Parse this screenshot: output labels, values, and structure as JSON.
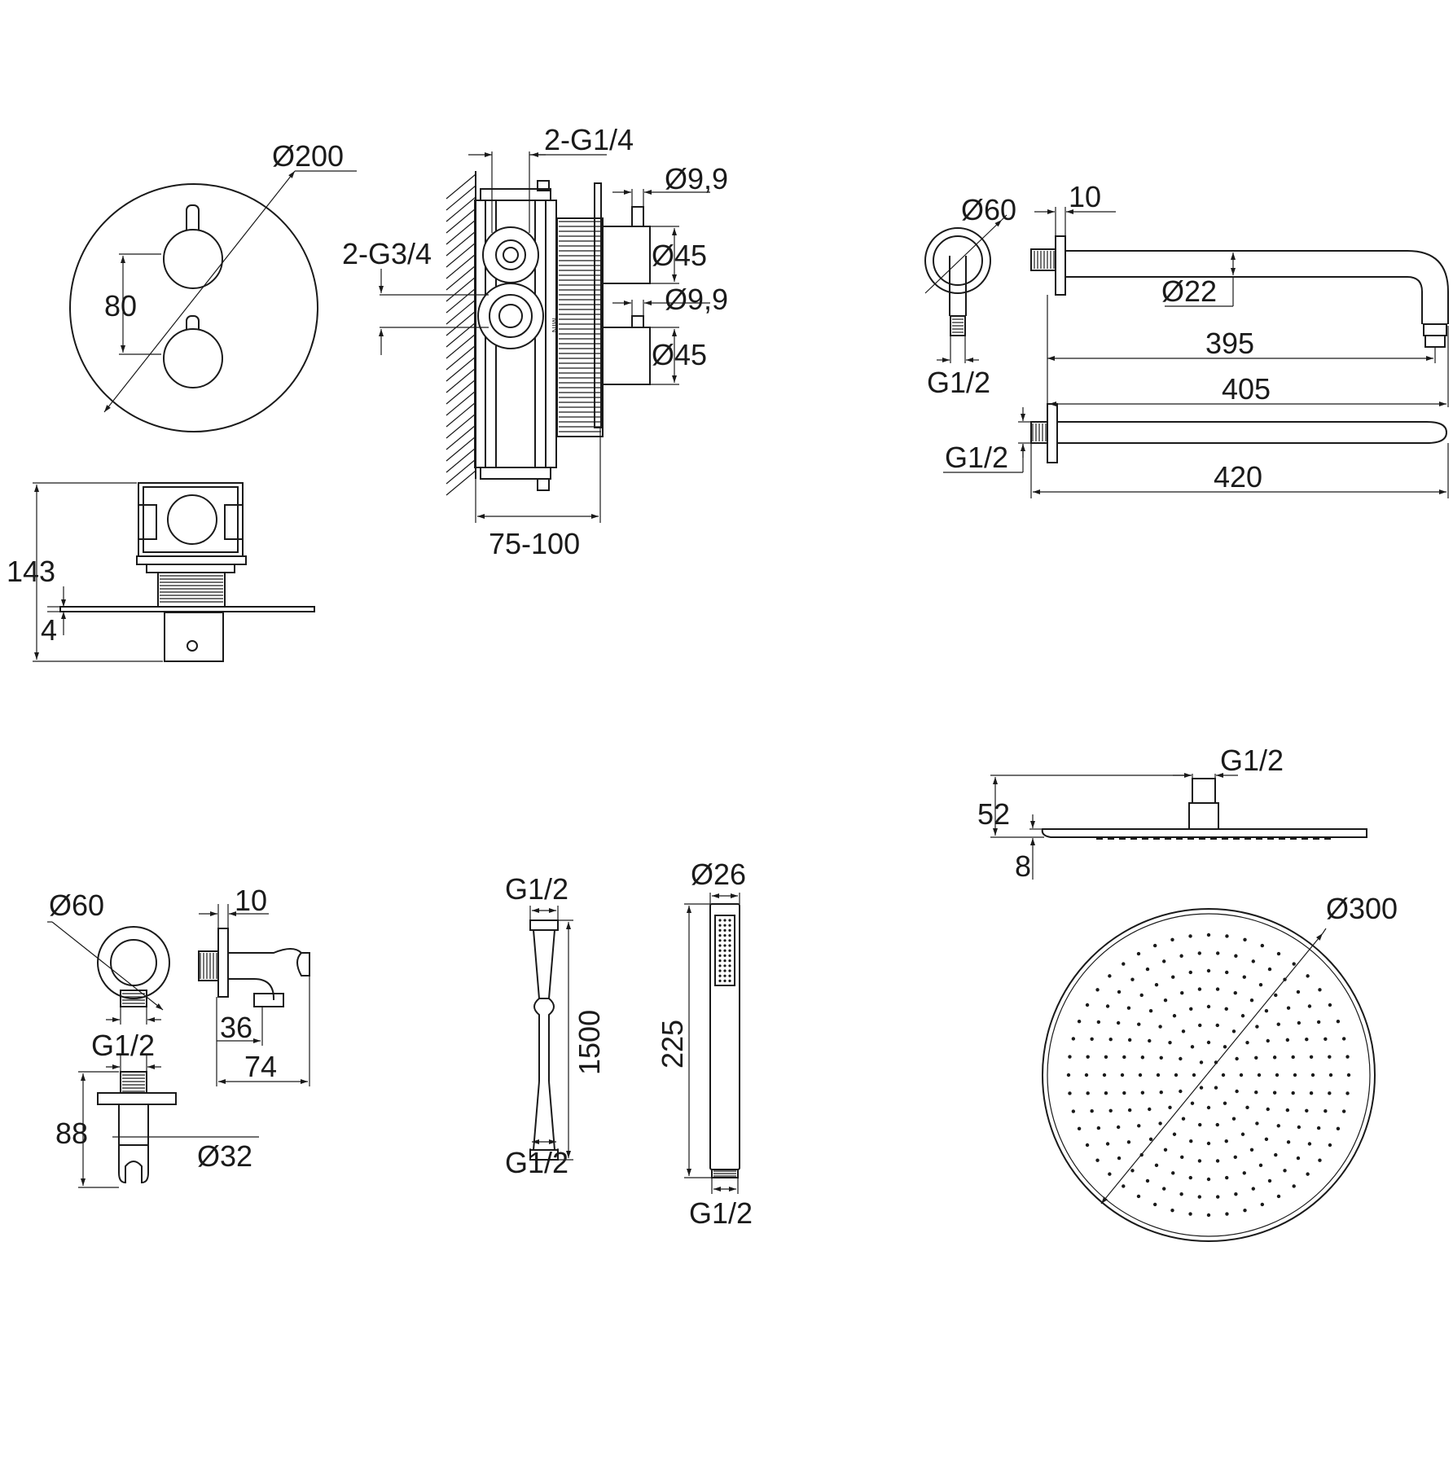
{
  "labels": {
    "mixer_plate_diameter": "Ø200",
    "handle_spacing": "80",
    "valve_depth": "143",
    "plate_thickness": "4",
    "outlet_threads": "2-G1/4",
    "inlet_threads": "2-G3/4",
    "wall_depth": "75-100",
    "handle_diameter_1": "Ø9,9",
    "knob_diameter_1": "Ø45",
    "handle_diameter_2": "Ø9,9",
    "knob_diameter_2": "Ø45",
    "valve_marking": "MIN",
    "arm_flange_diameter": "Ø60",
    "arm_flange_thickness": "10",
    "arm_tube_diameter": "Ø22",
    "arm_thread_left": "G1/2",
    "arm_length_395": "395",
    "arm_length_405": "405",
    "arm_thread_side": "G1/2",
    "arm_length_420": "420",
    "elbow_flange_diameter": "Ø60",
    "elbow_flange_thickness": "10",
    "elbow_thread": "G1/2",
    "elbow_offset": "36",
    "elbow_length": "74",
    "holder_height": "88",
    "holder_diameter": "Ø32",
    "hose_thread_top": "G1/2",
    "hose_length": "1500",
    "hose_thread_bottom": "G1/2",
    "handshower_diameter": "Ø26",
    "handshower_length": "225",
    "handshower_thread": "G1/2",
    "head_thread": "G1/2",
    "head_height": "52",
    "head_thickness": "8",
    "head_diameter": "Ø300"
  }
}
